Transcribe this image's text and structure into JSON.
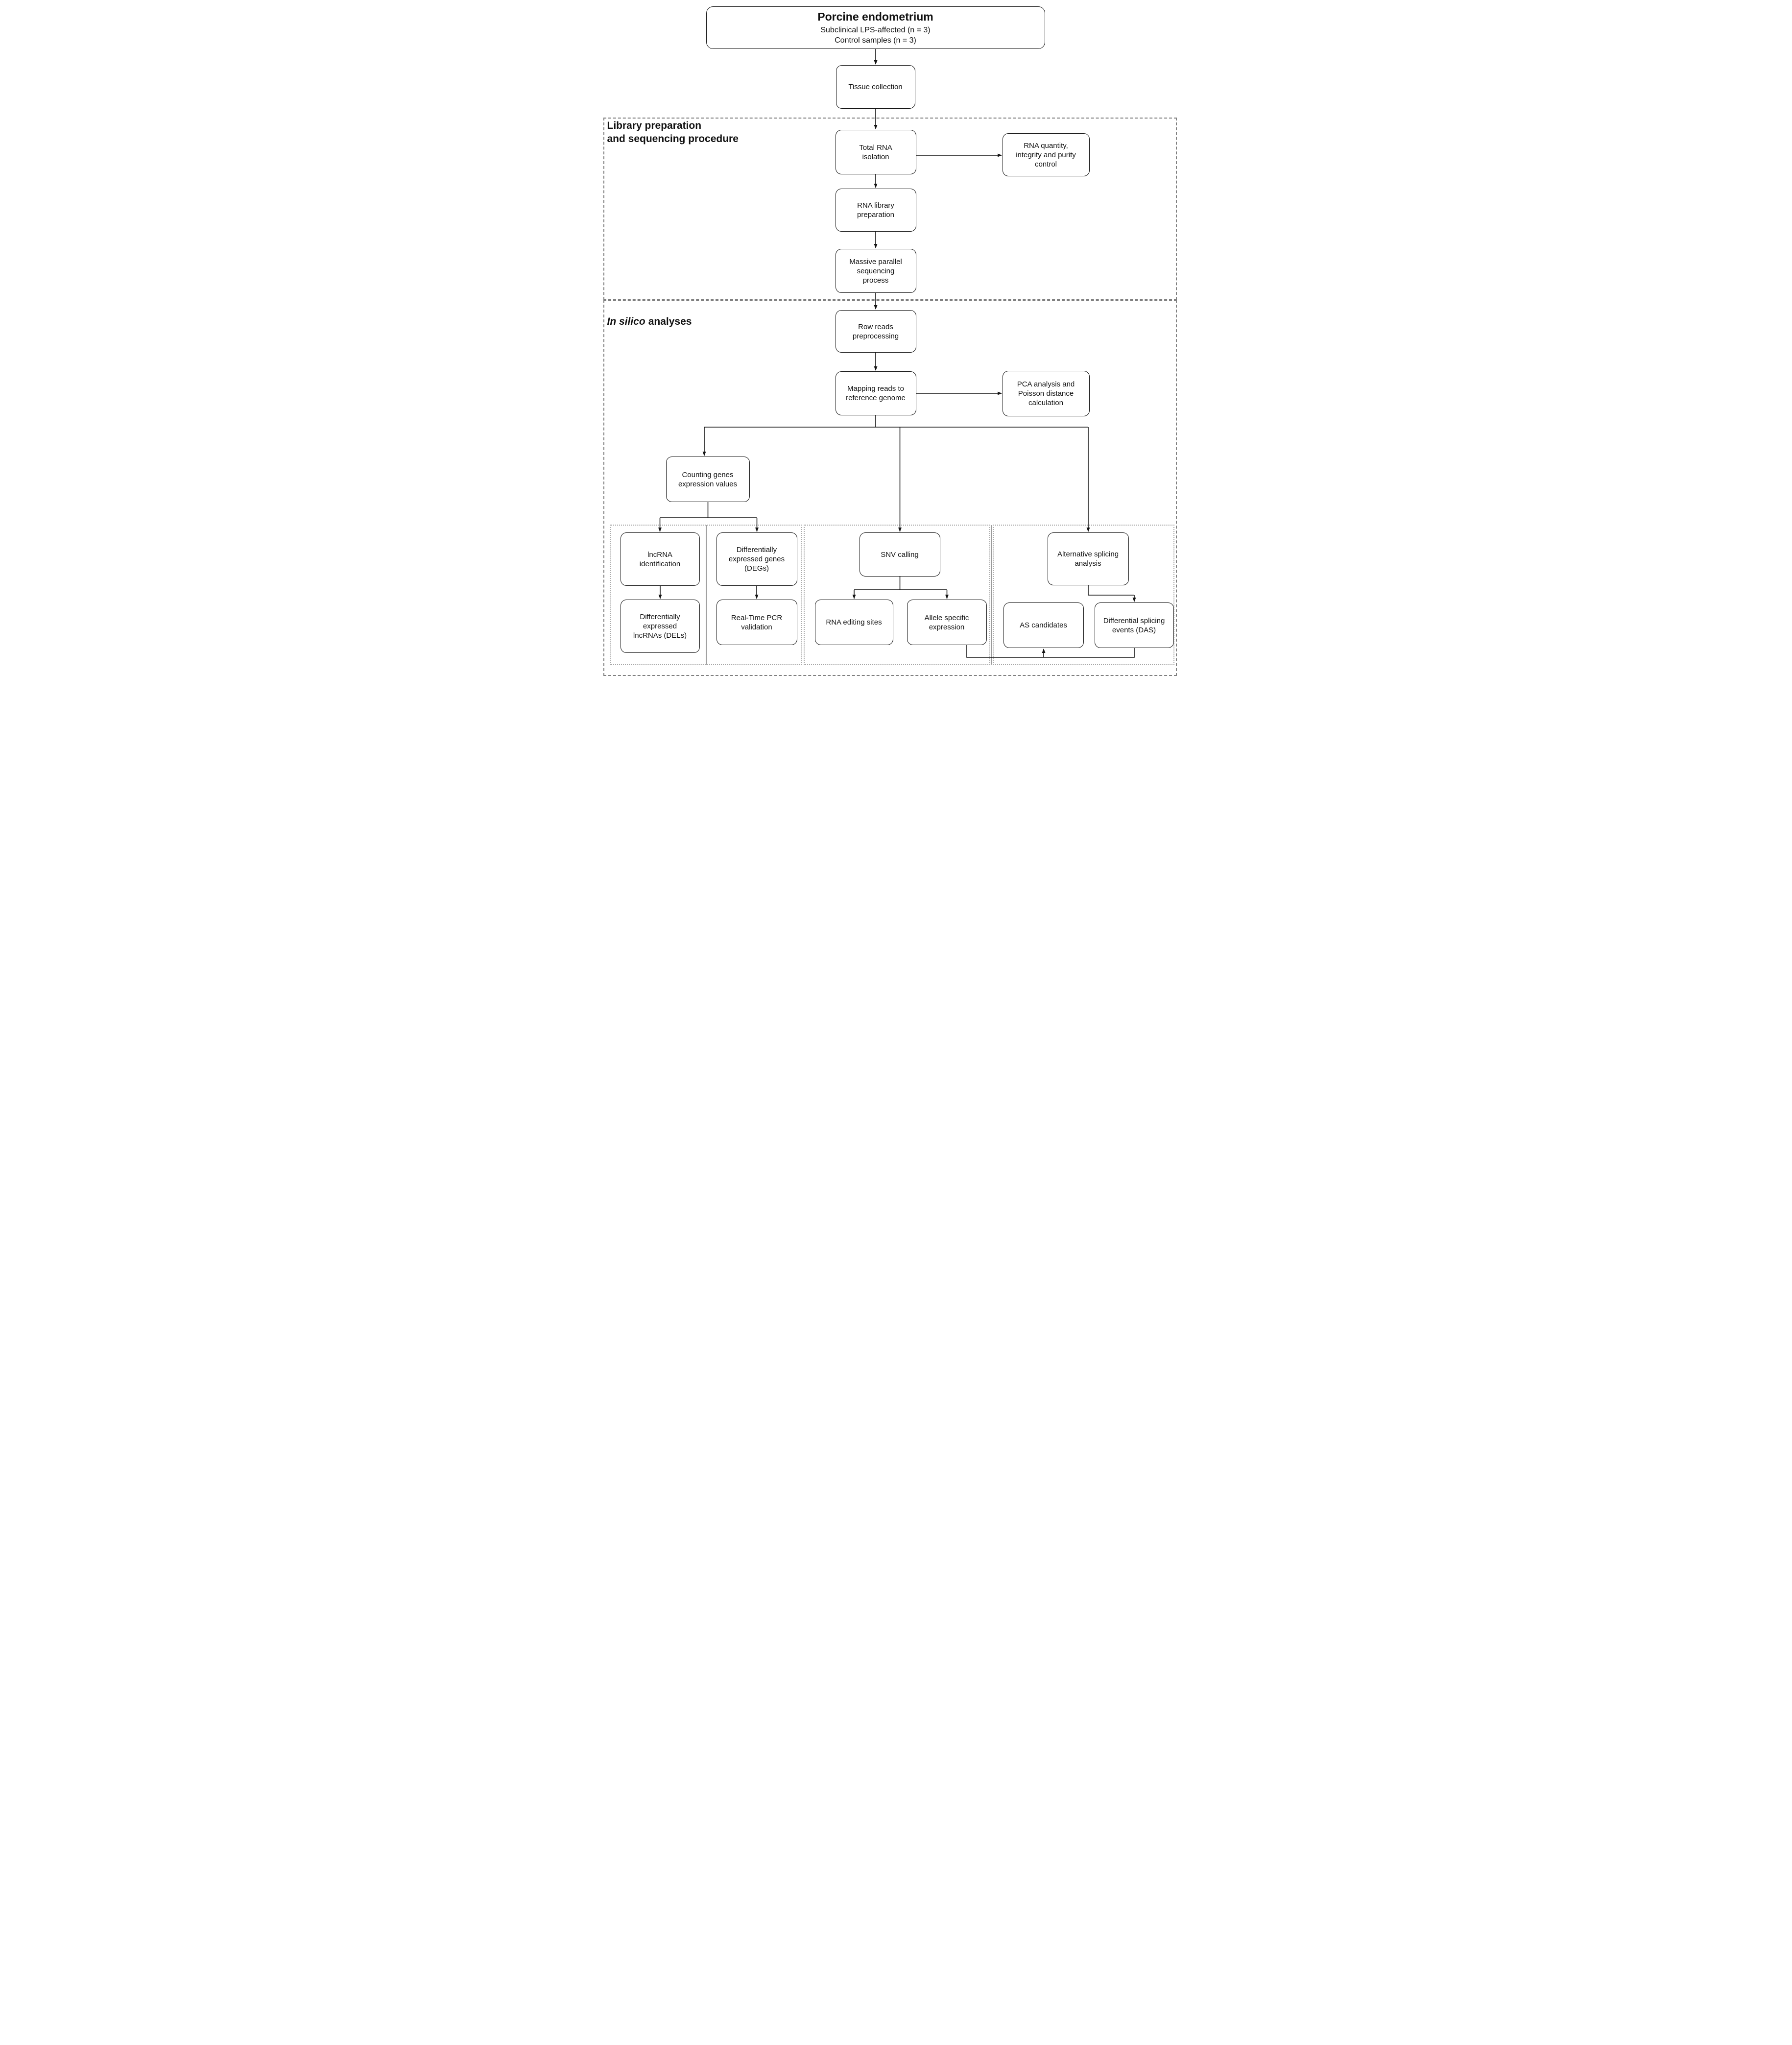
{
  "figure": {
    "type": "flowchart",
    "description": "RNA-seq study workflow for porcine endometrium samples"
  },
  "top_box": {
    "title": "Porcine endometrium",
    "subtitle1": "Subclinical LPS-affected (n = 3)",
    "subtitle2": "Control samples (n = 3)"
  },
  "sections": {
    "library": {
      "label": "Library preparation\nand sequencing procedure"
    },
    "in_silico": {
      "label_italic": "In silico",
      "label_rest": "analyses"
    }
  },
  "nodes": {
    "tissue": "Tissue collection",
    "total_rna": "Total RNA\nisolation",
    "rna_quantity": "RNA quantity,\nintegrity and purity\ncontrol",
    "rna_library": "RNA library\npreparation",
    "massive": "Massive parallel\nsequencing\nprocess",
    "row_reads": "Row reads\npreprocessing",
    "mapping": "Mapping reads to\nreference genome",
    "pca": "PCA analysis and\nPoisson distance\ncalculation",
    "counting": "Counting genes\nexpression values",
    "lncrna": "lncRNA\nidentification",
    "degs": "Differentially\nexpressed genes\n(DEGs)",
    "snv": "SNV calling",
    "alt_splicing": "Alternative splicing\nanalysis",
    "dels": "Differentially\nexpressed\nlncRNAs (DELs)",
    "rt_pcr": "Real-Time PCR\nvalidation",
    "rna_editing": "RNA editing sites",
    "ase": "Allele specific\nexpression",
    "as_candidates": "AS candidates",
    "das": "Differential splicing\nevents (DAS)"
  },
  "colors": {
    "line": "#141414",
    "dashed_border": "#7f7f7f",
    "dotted_border": "#a6a6a6",
    "divider": "#9a9a9a",
    "background": "#ffffff"
  }
}
